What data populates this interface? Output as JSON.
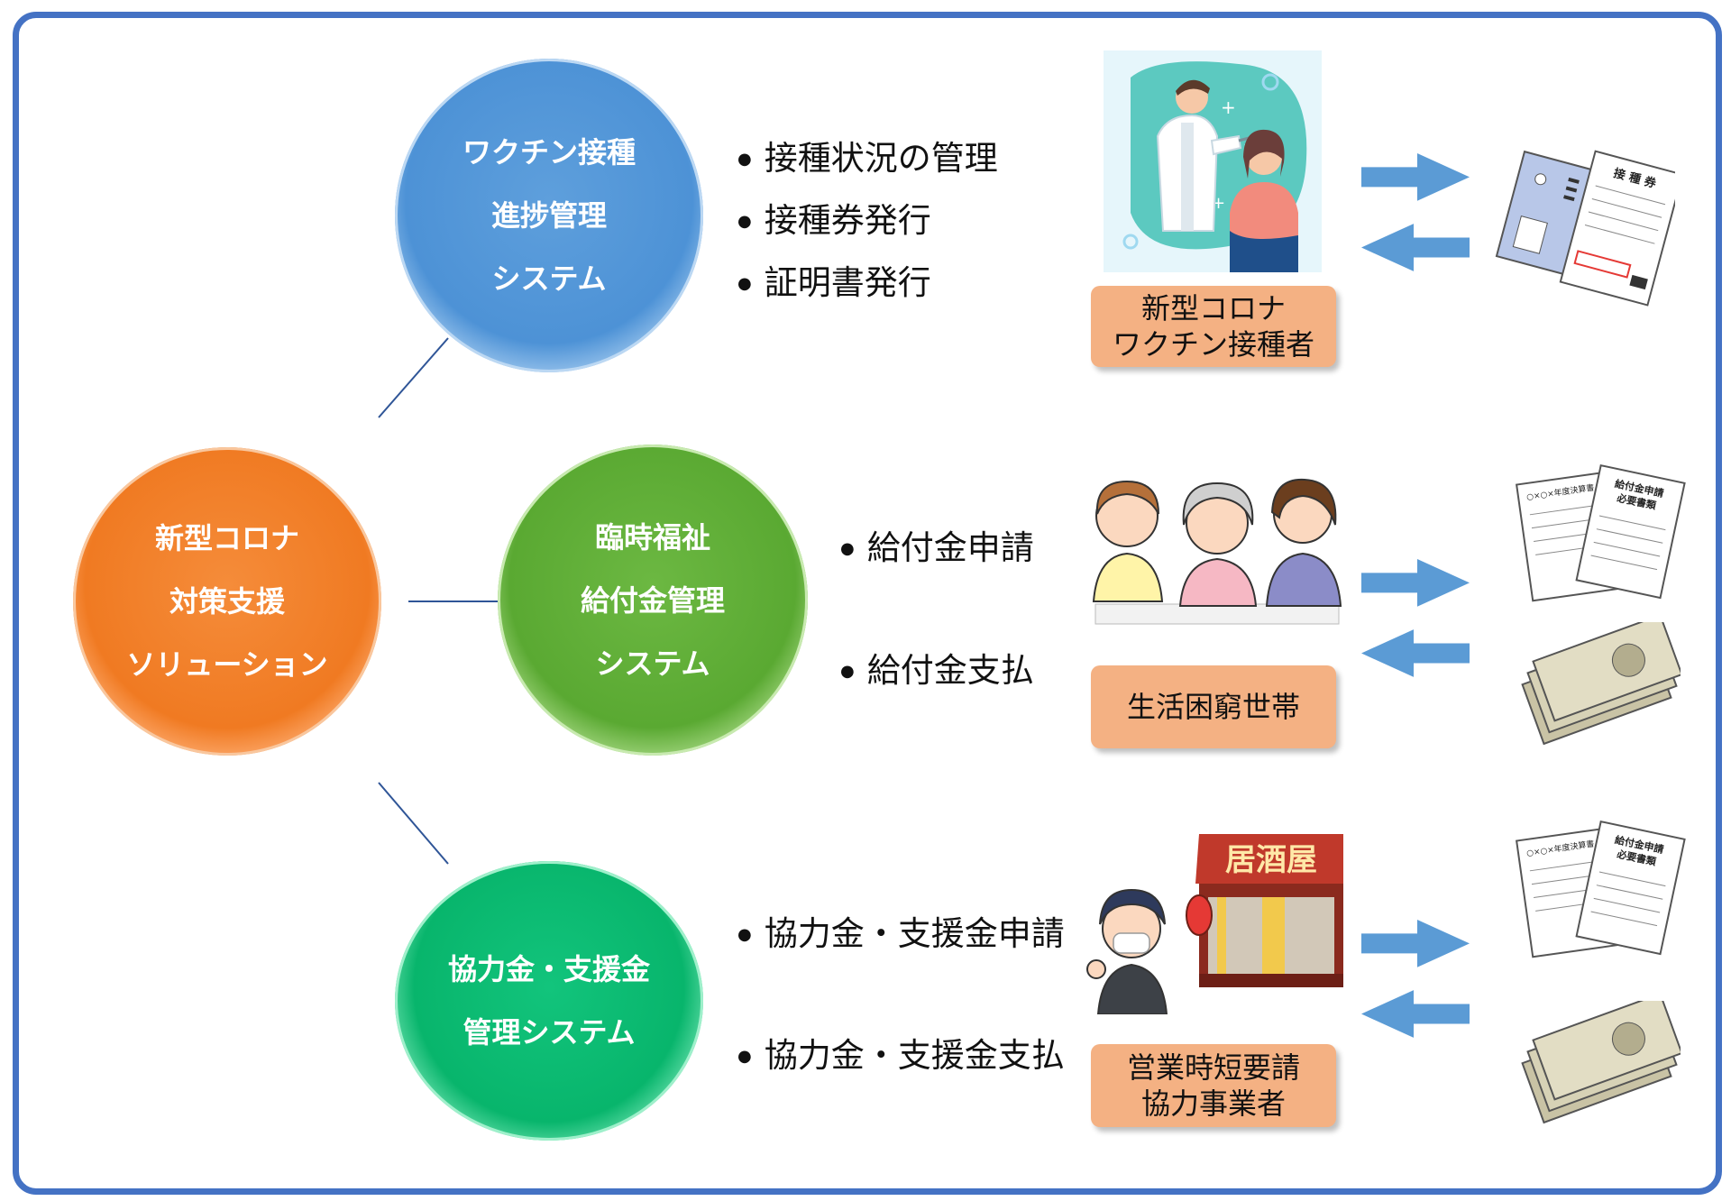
{
  "root": {
    "lines": [
      "新型コロナ",
      "対策支援",
      "ソリューション"
    ],
    "color": "#f07a22"
  },
  "systems": [
    {
      "id": "vaccine",
      "lines": [
        "ワクチン接種",
        "進捗管理",
        "システム"
      ],
      "color": "#4d92d6",
      "bullets": [
        "接種状況の管理",
        "接種券発行",
        "証明書発行"
      ],
      "target": [
        "新型コロナ",
        "ワクチン接種者"
      ],
      "document_label": "接 種 券"
    },
    {
      "id": "welfare",
      "lines": [
        "臨時福祉",
        "給付金管理",
        "システム"
      ],
      "color": "#5aa932",
      "bullets": [
        "給付金申請",
        "給付金支払"
      ],
      "target": [
        "生活困窮世帯"
      ],
      "document_labels": [
        "○×○×年度決算書",
        "給付金申請",
        "必要書類"
      ]
    },
    {
      "id": "cooperation",
      "lines": [
        "協力金・支援金",
        "管理システム"
      ],
      "color": "#08b56c",
      "bullets": [
        "協力金・支援金申請",
        "協力金・支援金支払"
      ],
      "target": [
        "営業時短要請",
        "協力事業者"
      ],
      "shop_sign": "居酒屋",
      "document_labels": [
        "○×○×年度決算書",
        "給付金申請",
        "必要書類"
      ]
    }
  ],
  "colors": {
    "frame": "#4472c4",
    "arrow": "#5b9bd5",
    "label_bg": "#f4b183"
  }
}
